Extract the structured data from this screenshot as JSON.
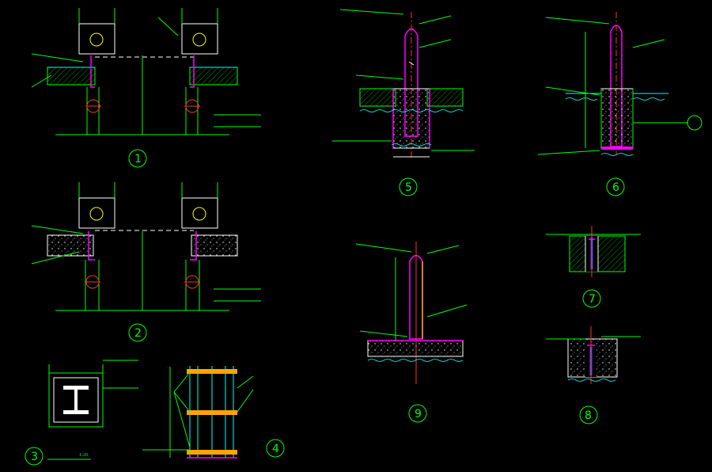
{
  "drawing": {
    "background": "#000000",
    "colors": {
      "primary": "#00ff00",
      "dimension": "#ffffff",
      "steel": "#ff00ff",
      "center": "#ff3030",
      "plate": "#ffff00",
      "water": "#00ffff",
      "weld": "#3050ff",
      "accent": "#ffa500"
    },
    "details": [
      {
        "id": "d1",
        "label": "1"
      },
      {
        "id": "d2",
        "label": "2"
      },
      {
        "id": "d3",
        "label": "3",
        "note": "1:20"
      },
      {
        "id": "d4",
        "label": "4"
      },
      {
        "id": "d5",
        "label": "5"
      },
      {
        "id": "d6",
        "label": "6"
      },
      {
        "id": "d7",
        "label": "7"
      },
      {
        "id": "d8",
        "label": "8"
      },
      {
        "id": "d9",
        "label": "9"
      }
    ]
  }
}
